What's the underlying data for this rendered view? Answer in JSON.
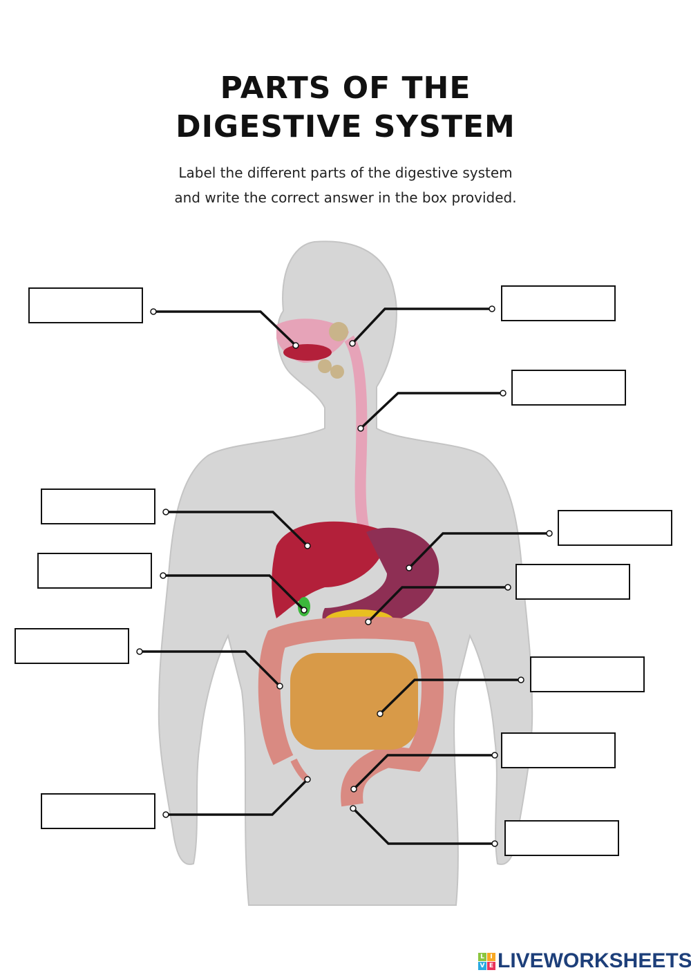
{
  "title_line1": "PARTS OF THE",
  "title_line2": "DIGESTIVE SYSTEM",
  "instructions_line1": "Label the different parts of the digestive system",
  "instructions_line2": "and write the correct answer in the box provided.",
  "answer_boxes": [
    "",
    "",
    "",
    "",
    "",
    "",
    "",
    "",
    "",
    "",
    "",
    ""
  ],
  "logo": {
    "text": "LIVEWORKSHEETS",
    "letters": [
      "L",
      "I",
      "V",
      "E"
    ]
  },
  "colors": {
    "body": "#d6d6d6",
    "liver": "#b3203a",
    "stomach": "#8e2f54",
    "intestine": "#d89a48",
    "colon": "#d98a82",
    "esophagus": "#e6a3b8"
  }
}
